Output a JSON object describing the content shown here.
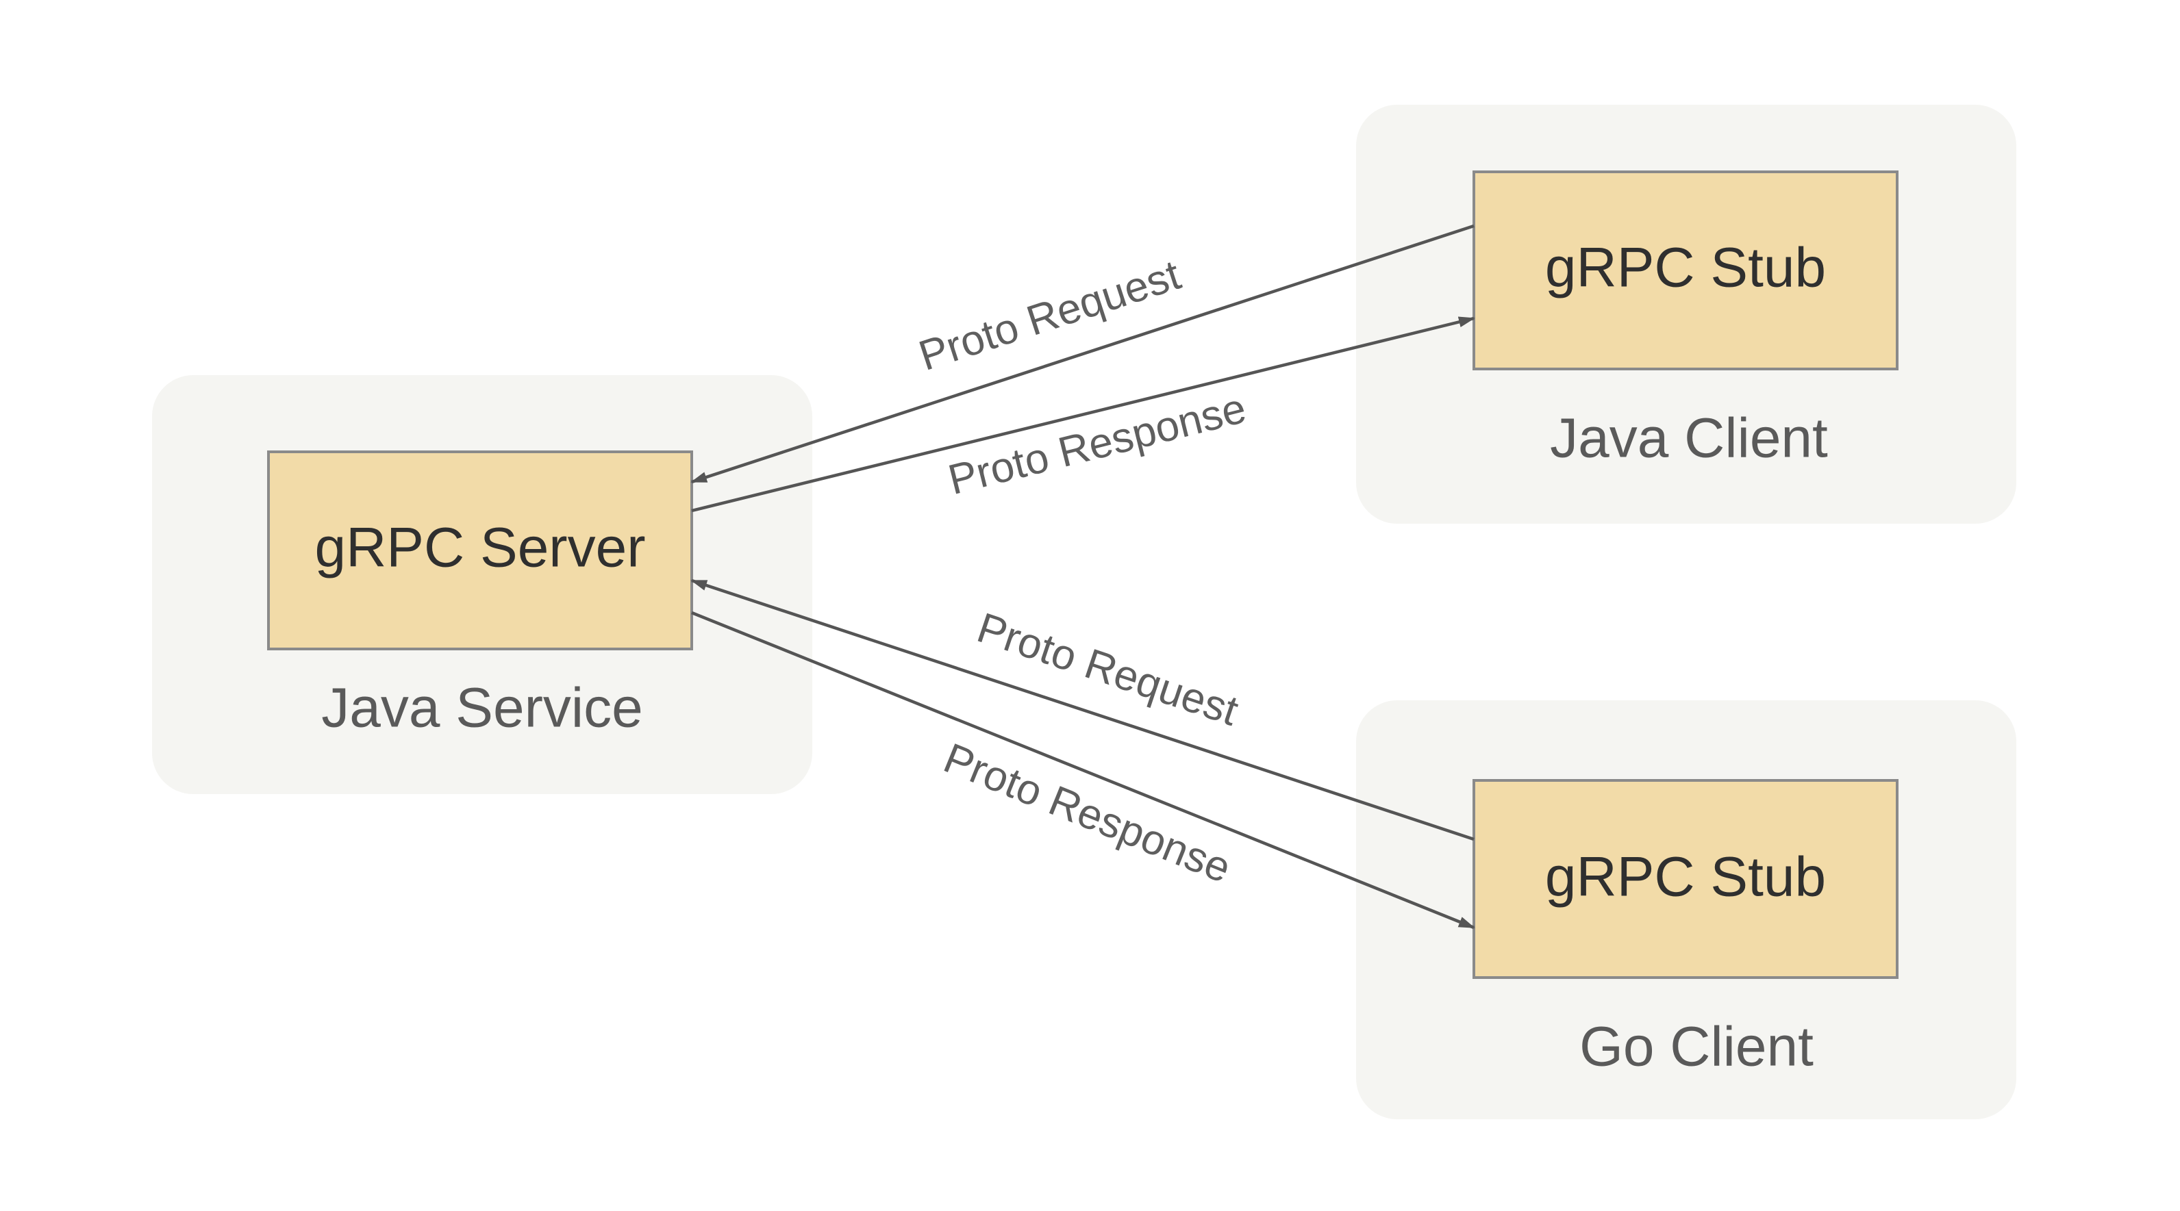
{
  "groups": {
    "java_service": {
      "label": "Java Service",
      "node": "gRPC Server"
    },
    "java_client": {
      "label": "Java Client",
      "node": "gRPC Stub"
    },
    "go_client": {
      "label": "Go Client",
      "node": "gRPC Stub"
    }
  },
  "edges": {
    "java_request": "Proto Request",
    "java_response": "Proto Response",
    "go_request": "Proto Request",
    "go_response": "Proto Response"
  },
  "colors": {
    "group_background": "#f5f5f2",
    "node_fill": "#f2dba8",
    "node_border": "#8a8a8a",
    "arrow": "#555555"
  }
}
